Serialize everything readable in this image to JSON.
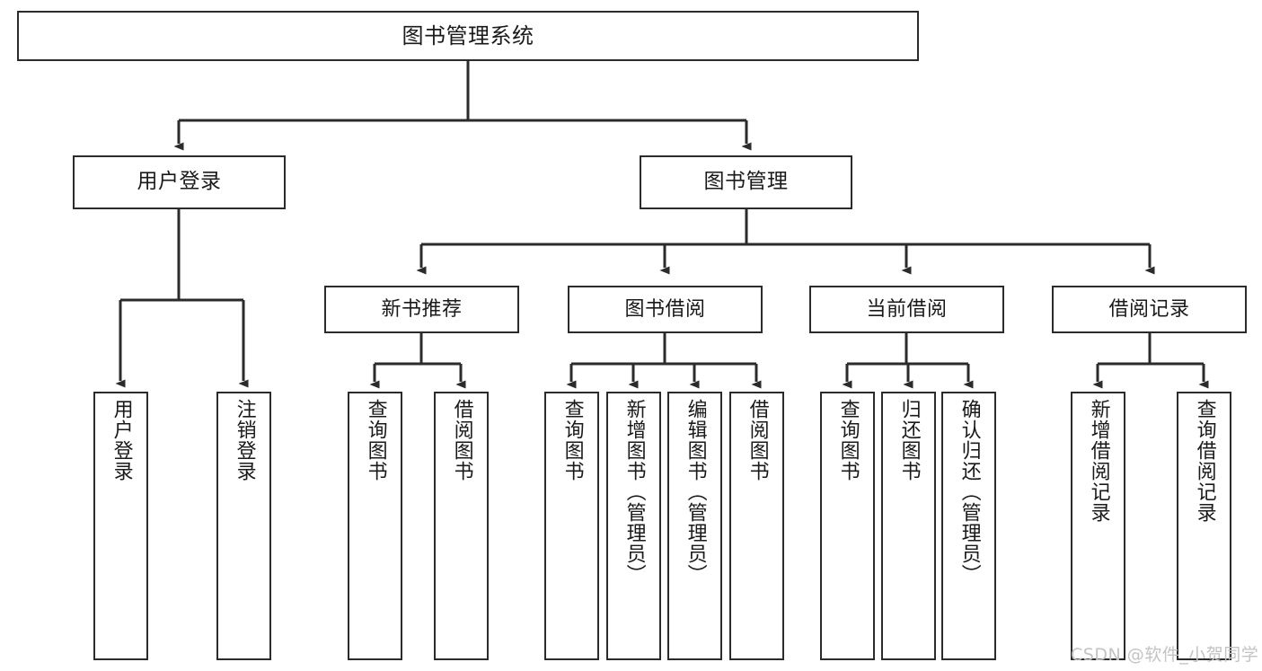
{
  "diagram": {
    "title": "图书管理系统",
    "type": "tree",
    "watermark": "CSDN @软件_小贺同学",
    "colors": {
      "stroke": "#2b2b2b",
      "fill": "#ffffff",
      "text": "#1a1a1a",
      "watermark": "#c3c3c3"
    },
    "nodes": {
      "root": {
        "label": "图书管理系统"
      },
      "level2": [
        {
          "id": "user-login",
          "label": "用户登录"
        },
        {
          "id": "book-management",
          "label": "图书管理"
        }
      ],
      "level3": [
        {
          "id": "new-book-recommend",
          "label": "新书推荐"
        },
        {
          "id": "book-borrow",
          "label": "图书借阅"
        },
        {
          "id": "current-borrow",
          "label": "当前借阅"
        },
        {
          "id": "borrow-record",
          "label": "借阅记录"
        }
      ],
      "leaves": {
        "user_login": [
          {
            "id": "user-login-leaf",
            "label": "用户登录"
          },
          {
            "id": "user-logout-leaf",
            "label": "注销登录"
          }
        ],
        "new_book_recommend": [
          {
            "id": "query-book-1",
            "label": "查询图书"
          },
          {
            "id": "borrow-book-1",
            "label": "借阅图书"
          }
        ],
        "book_borrow": [
          {
            "id": "query-book-2",
            "label": "查询图书"
          },
          {
            "id": "add-book-admin",
            "label": "新增图书（管理员）"
          },
          {
            "id": "edit-book-admin",
            "label": "编辑图书（管理员）"
          },
          {
            "id": "borrow-book-2",
            "label": "借阅图书"
          }
        ],
        "current_borrow": [
          {
            "id": "query-book-3",
            "label": "查询图书"
          },
          {
            "id": "return-book",
            "label": "归还图书"
          },
          {
            "id": "confirm-return-admin",
            "label": "确认归还（管理员）"
          }
        ],
        "borrow_record": [
          {
            "id": "add-borrow-record",
            "label": "新增借阅记录"
          },
          {
            "id": "query-borrow-record",
            "label": "查询借阅记录"
          }
        ]
      }
    }
  }
}
